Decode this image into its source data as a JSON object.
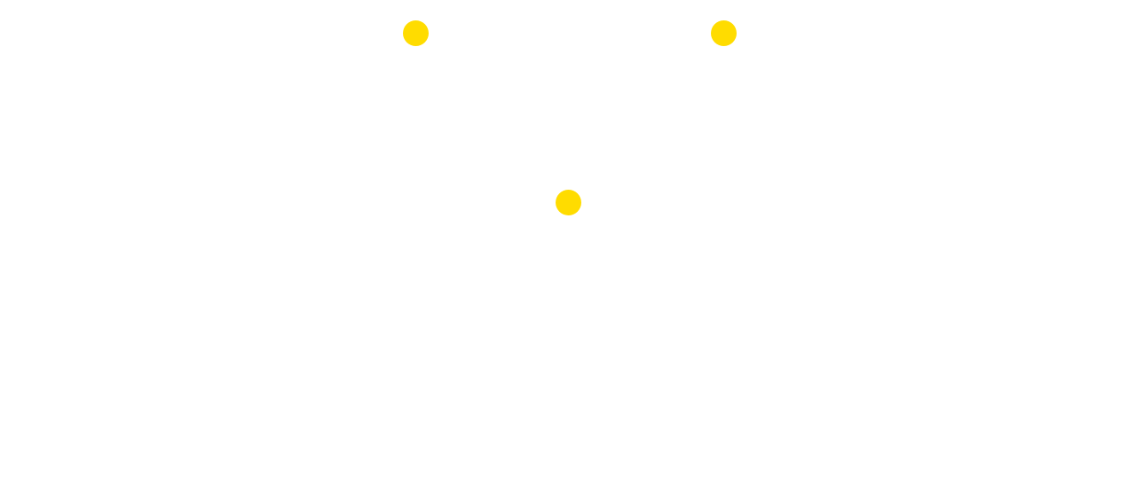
{
  "colors": {
    "background": "#ffffff",
    "dot": "#ffdc00"
  },
  "dots": [
    {
      "name": "yellow-dot-top-left"
    },
    {
      "name": "yellow-dot-top-right"
    },
    {
      "name": "yellow-dot-center"
    }
  ]
}
